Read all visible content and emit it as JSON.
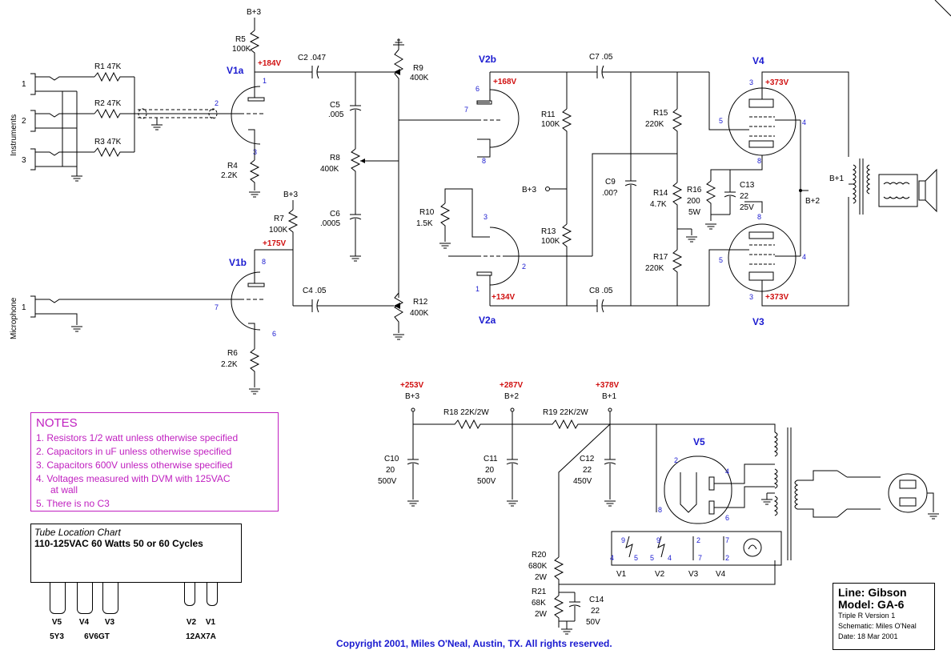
{
  "labels": {
    "instruments": "Instruments",
    "microphone": "Microphone",
    "jack1": "1",
    "jack2": "2",
    "jack3": "3",
    "mic_jack": "1",
    "r1": "R1 47K",
    "r2": "R2 47K",
    "r3": "R3 47K",
    "b3_top": "B+3",
    "r5": "R5",
    "r5v": "100K",
    "v1a": "V1a",
    "v1b": "V1b",
    "v_184": "+184V",
    "v_175": "+175V",
    "r4": "R4",
    "r4v": "2.2K",
    "b3_mid": "B+3",
    "r7": "R7",
    "r7v": "100K",
    "r6": "R6",
    "r6v": "2.2K",
    "c2": "C2 .047",
    "c4": "C4 .05",
    "c5": "C5",
    "c5v": ".005",
    "r8": "R8",
    "r8v": "400K",
    "c6": "C6",
    "c6v": ".0005",
    "r9": "R9",
    "r9v": "400K",
    "r12": "R12",
    "r12v": "400K",
    "v2b": "V2b",
    "v2a": "V2a",
    "v_168": "+168V",
    "v_134": "+134V",
    "r10": "R10",
    "r10v": "1.5K",
    "b3_v2": "B+3",
    "r11": "R11",
    "r11v": "100K",
    "r13": "R13",
    "r13v": "100K",
    "c7": "C7 .05",
    "c8": "C8 .05",
    "c9": "C9",
    "c9v": ".00?",
    "r15": "R15",
    "r15v": "220K",
    "r14": "R14",
    "r14v": "4.7K",
    "r17": "R17",
    "r17v": "220K",
    "r16": "R16",
    "r16a": "200",
    "r16b": "5W",
    "c13": "C13",
    "c13a": "22",
    "c13b": "25V",
    "v4": "V4",
    "v3": "V3",
    "v_373a": "+373V",
    "v_373b": "+373V",
    "b2_out": "B+2",
    "b1_out": "B+1",
    "v_253": "+253V",
    "v_287": "+287V",
    "v_378": "+378V",
    "b3_ps": "B+3",
    "b2_ps": "B+2",
    "b1_ps": "B+1",
    "r18": "R18 22K/2W",
    "r19": "R19 22K/2W",
    "c10": "C10",
    "c10a": "20",
    "c10b": "500V",
    "c11": "C11",
    "c11a": "20",
    "c11b": "500V",
    "c12": "C12",
    "c12a": "22",
    "c12b": "450V",
    "v5": "V5",
    "r20": "R20",
    "r20a": "680K",
    "r20b": "2W",
    "r21": "R21",
    "r21a": "68K",
    "r21b": "2W",
    "c14": "C14",
    "c14a": "22",
    "c14b": "50V",
    "hv1": "V1",
    "hv2": "V2",
    "hv3": "V3",
    "hv4": "V4"
  },
  "notes": {
    "title": "NOTES",
    "items": [
      "1. Resistors 1/2 watt unless otherwise specified",
      "2. Capacitors in uF unless otherwise specified",
      "3. Capacitors 600V unless otherwise specified",
      "4. Voltages measured with DVM with 125VAC",
      "at wall",
      "5. There is no C3"
    ]
  },
  "tube_chart": {
    "title": "Tube Location Chart",
    "spec": "110-125VAC 60 Watts 50 or 60 Cycles",
    "positions": [
      "V5",
      "V4",
      "V3",
      "V2",
      "V1"
    ],
    "types": [
      "5Y3",
      "6V6GT",
      "12AX7A"
    ]
  },
  "title_block": {
    "line": "Line: Gibson",
    "model": "Model: GA-6",
    "version": "Triple R Version 1",
    "schematic": "Schematic: Miles O'Neal",
    "date": "Date: 18 Mar 2001"
  },
  "copyright": "Copyright 2001, Miles O'Neal, Austin, TX.  All rights reserved.",
  "colors": {
    "voltage": "#d01010",
    "pin": "#1a1ad0",
    "notes": "#c020c0"
  }
}
